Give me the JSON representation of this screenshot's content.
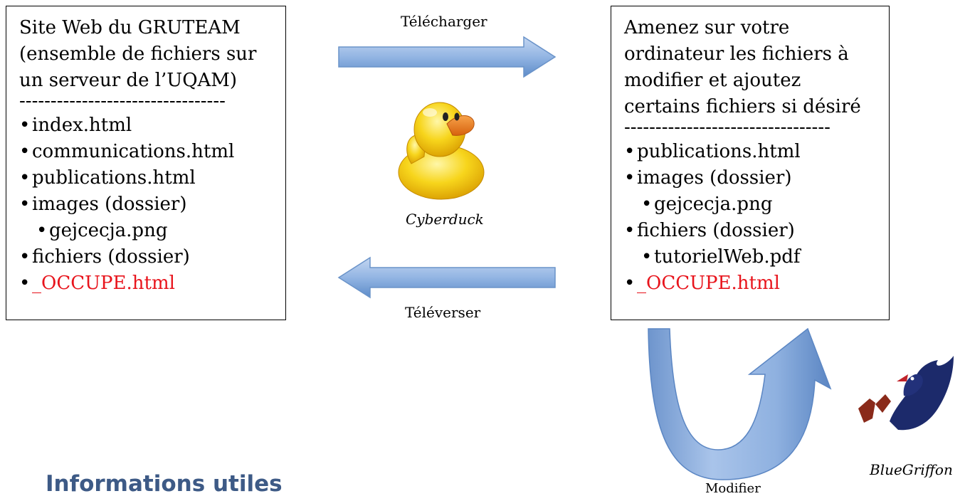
{
  "left_box": {
    "title": "Site Web du GRUTEAM (ensemble de fichiers sur un serveur de l’UQAM)",
    "separator": "---------------------------------",
    "items": [
      {
        "text": "index.html",
        "level": 0,
        "highlight": false
      },
      {
        "text": "communications.html",
        "level": 0,
        "highlight": false
      },
      {
        "text": "publications.html",
        "level": 0,
        "highlight": false
      },
      {
        "text": "images (dossier)",
        "level": 0,
        "highlight": false
      },
      {
        "text": "gejcecja.png",
        "level": 1,
        "highlight": false
      },
      {
        "text": "fichiers (dossier)",
        "level": 0,
        "highlight": false
      },
      {
        "text": "_OCCUPE.html",
        "level": 0,
        "highlight": true
      }
    ]
  },
  "right_box": {
    "title": "Amenez sur votre ordinateur les fichiers à modifier et ajoutez certains fichiers si désiré",
    "separator": "---------------------------------",
    "items": [
      {
        "text": "publications.html",
        "level": 0,
        "highlight": false
      },
      {
        "text": "images (dossier)",
        "level": 0,
        "highlight": false
      },
      {
        "text": "gejcecja.png",
        "level": 1,
        "highlight": false
      },
      {
        "text": "fichiers (dossier)",
        "level": 0,
        "highlight": false
      },
      {
        "text": "tutorielWeb.pdf",
        "level": 1,
        "highlight": false
      },
      {
        "text": "_OCCUPE.html",
        "level": 0,
        "highlight": true
      }
    ]
  },
  "arrows": {
    "download_label": "Télécharger",
    "upload_label": "Téléverser",
    "modify_label": "Modifier"
  },
  "tools": {
    "ftp_client": "Cyberduck",
    "editor": "BlueGriffon"
  },
  "page_title": "Informations utiles",
  "colors": {
    "arrow_light": "#a9c4ea",
    "arrow_dark": "#4f81bd",
    "highlight_text": "#e8141c",
    "title_text": "#3d5a86"
  }
}
